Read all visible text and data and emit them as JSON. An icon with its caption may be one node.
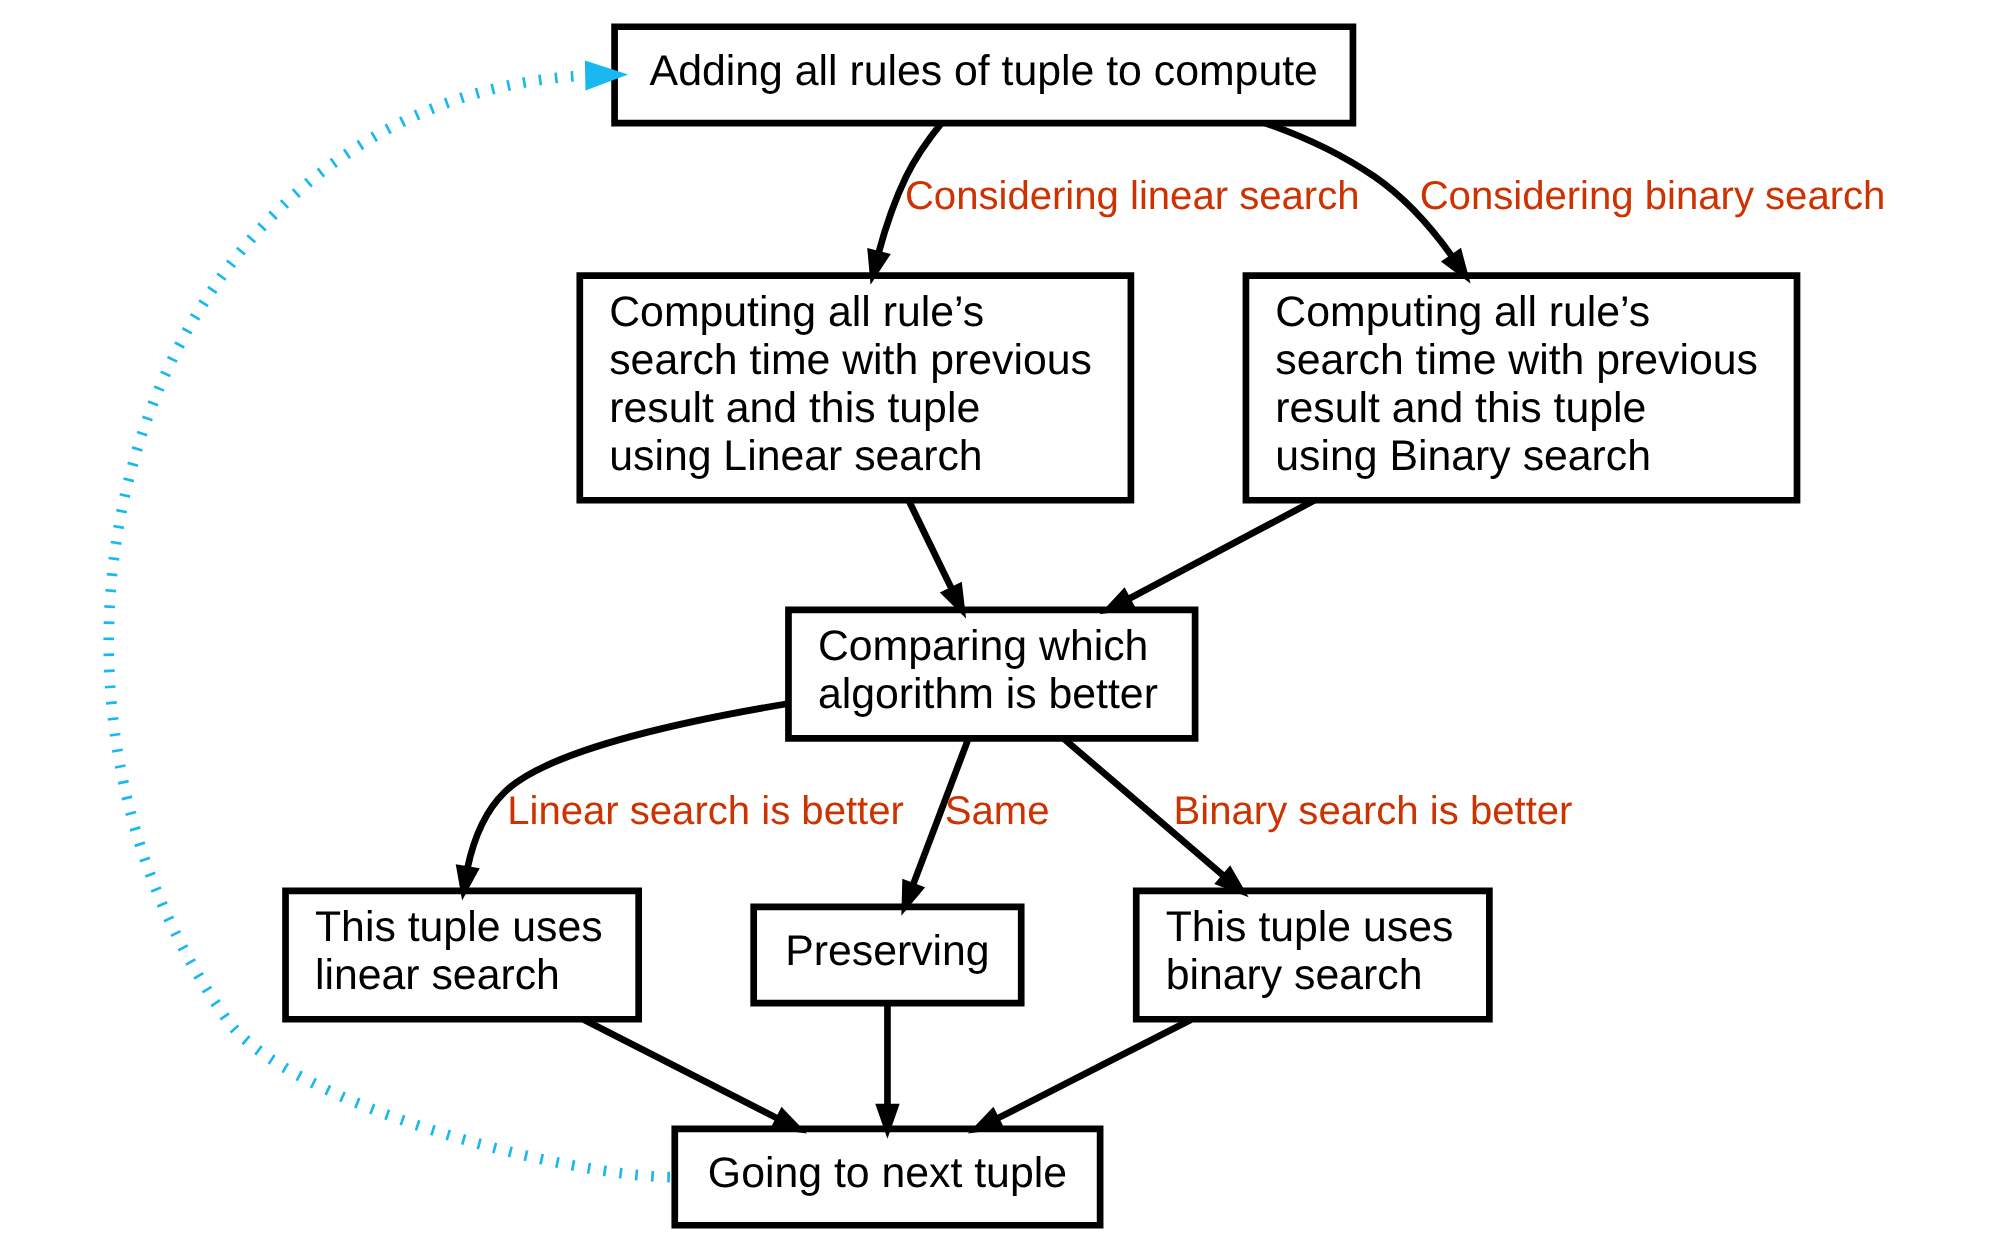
{
  "diagram": {
    "nodes": [
      {
        "text": [
          "Adding all rules of tuple to compute"
        ]
      },
      {
        "text": [
          "Computing all rule’s search time with previous result and this tuple using Linear search"
        ]
      },
      {
        "text": [
          "Computing all rule’s search time with previous result and this tuple using Binary search"
        ]
      },
      {
        "text": [
          "Comparing which algorithm is better"
        ]
      },
      {
        "text": [
          "This tuple uses linear search"
        ]
      },
      {
        "text": [
          "Preserving"
        ]
      },
      {
        "text": [
          "This tuple uses binary search"
        ]
      },
      {
        "text": [
          "Going to next tuple"
        ]
      }
    ],
    "edges": [
      {
        "from": 0,
        "to": 1,
        "arrow": "to",
        "label": "Considering linear search"
      },
      {
        "from": 0,
        "to": 2,
        "arrow": "to",
        "label": "Considering binary search"
      },
      {
        "from": 1,
        "to": 3,
        "arrow": "to"
      },
      {
        "from": 2,
        "to": 3,
        "arrow": "to"
      },
      {
        "from": 3,
        "to": 4,
        "arrow": "to",
        "label": "Linear search is better"
      },
      {
        "from": 3,
        "to": 5,
        "arrow": "to",
        "label": "Same"
      },
      {
        "from": 3,
        "to": 6,
        "arrow": "to",
        "label": "Binary search is better"
      },
      {
        "from": 4,
        "to": 7,
        "arrow": "to"
      },
      {
        "from": 5,
        "to": 7,
        "arrow": "to"
      },
      {
        "from": 6,
        "to": 7,
        "arrow": "to"
      },
      {
        "from": 7,
        "to": 0,
        "arrow": "to",
        "style": "dashed",
        "color": "#1ab8f0"
      }
    ]
  }
}
